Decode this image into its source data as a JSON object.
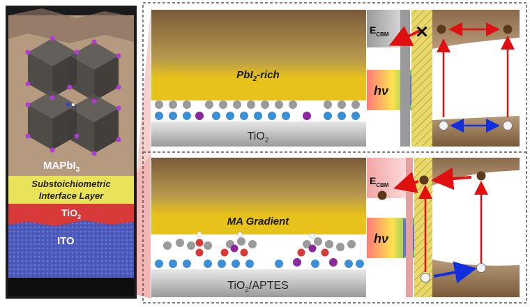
{
  "left_panel": {
    "layer_perovskite": "MAPbI",
    "layer_perovskite_sub": "3",
    "interface_line1": "Substoichiometric",
    "interface_line2": "Interface Layer",
    "tio2": "TiO",
    "tio2_sub": "2",
    "ito": "ITO"
  },
  "top_panel": {
    "film_label": "PbI",
    "film_label_sub": "2",
    "film_label_suffix": "-rich",
    "substrate": "TiO",
    "substrate_sub": "2",
    "ecbm": "E",
    "ecbm_sub": "CBM",
    "hv": "hν",
    "blocked_mark": "✕"
  },
  "bottom_panel": {
    "film_label": "MA Gradient",
    "substrate": "TiO",
    "substrate_sub": "2",
    "substrate_suffix": "/APTES",
    "ecbm": "E",
    "ecbm_sub": "CBM",
    "hv": "hν"
  },
  "colors": {
    "brown_top": "#7b5a3a",
    "gold": "#e6c21a",
    "ti_gray": "#bdbdbd",
    "ito_blue": "#4d5bbd",
    "tio2_red": "#d83a3a",
    "interface_yellow": "#e9e35a",
    "arrow_red": "#e01010",
    "arrow_blue": "#1030e0",
    "ion_blue": "#3a8fd6",
    "ion_purple": "#8a2a9a"
  }
}
